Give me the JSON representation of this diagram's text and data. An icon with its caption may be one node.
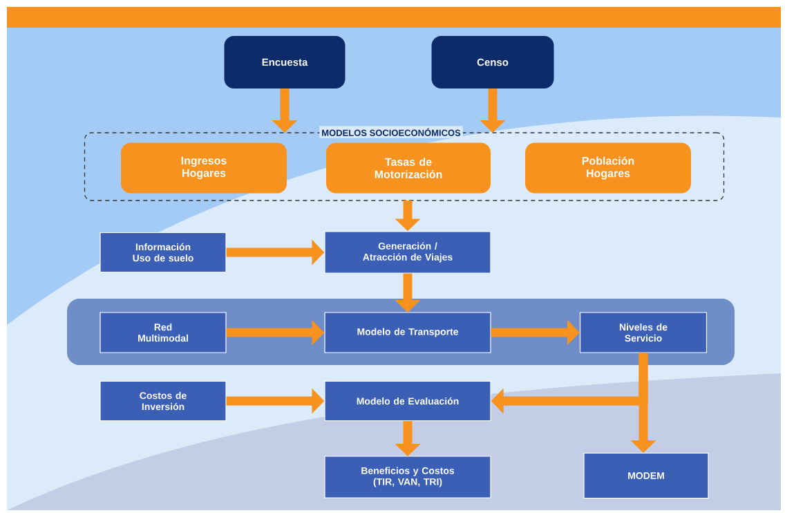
{
  "diagram": {
    "nodes": [
      {
        "text": [
          "Encuesta"
        ]
      },
      {
        "text": [
          "Censo"
        ]
      },
      {
        "text": [
          "MODELOS SOCIOECONÓMICOS"
        ]
      },
      {
        "text": [
          "Ingresos Hogares"
        ],
        "in": 2
      },
      {
        "text": [
          "Tasas de Motorización"
        ],
        "in": 2
      },
      {
        "text": [
          "Población Hogares"
        ],
        "in": 2
      },
      {
        "text": [
          "Información Uso de suelo"
        ]
      },
      {
        "text": [
          "Generación / Atracción de Viajes"
        ]
      },
      {
        "text": [],
        "shape": "box"
      },
      {
        "text": [
          "Red Multimodal"
        ],
        "in": 8
      },
      {
        "text": [
          "Modelo de Transporte"
        ],
        "in": 8
      },
      {
        "text": [
          "Niveles de Servicio"
        ],
        "in": 8
      },
      {
        "text": [
          "Costos de Inversión"
        ]
      },
      {
        "text": [
          "Modelo de Evaluación"
        ]
      },
      {
        "text": [
          "Beneficios y Costos (TIR, VAN, TRI)"
        ]
      },
      {
        "text": [
          "MODEM"
        ]
      }
    ],
    "edges": [
      {
        "from": 0,
        "to": 2,
        "arrow": "to"
      },
      {
        "from": 1,
        "to": 2,
        "arrow": "to"
      },
      {
        "from": 2,
        "to": 7,
        "arrow": "to"
      },
      {
        "from": 6,
        "to": 7,
        "arrow": "to"
      },
      {
        "from": 7,
        "to": 10,
        "arrow": "to"
      },
      {
        "from": 9,
        "to": 10,
        "arrow": "to"
      },
      {
        "from": 10,
        "to": 11,
        "arrow": "to"
      },
      {
        "from": 11,
        "to": 13,
        "arrow": "to"
      },
      {
        "from": 11,
        "to": 15,
        "arrow": "to"
      },
      {
        "from": 12,
        "to": 13,
        "arrow": "to"
      },
      {
        "from": 13,
        "to": 14,
        "arrow": "to"
      }
    ]
  }
}
